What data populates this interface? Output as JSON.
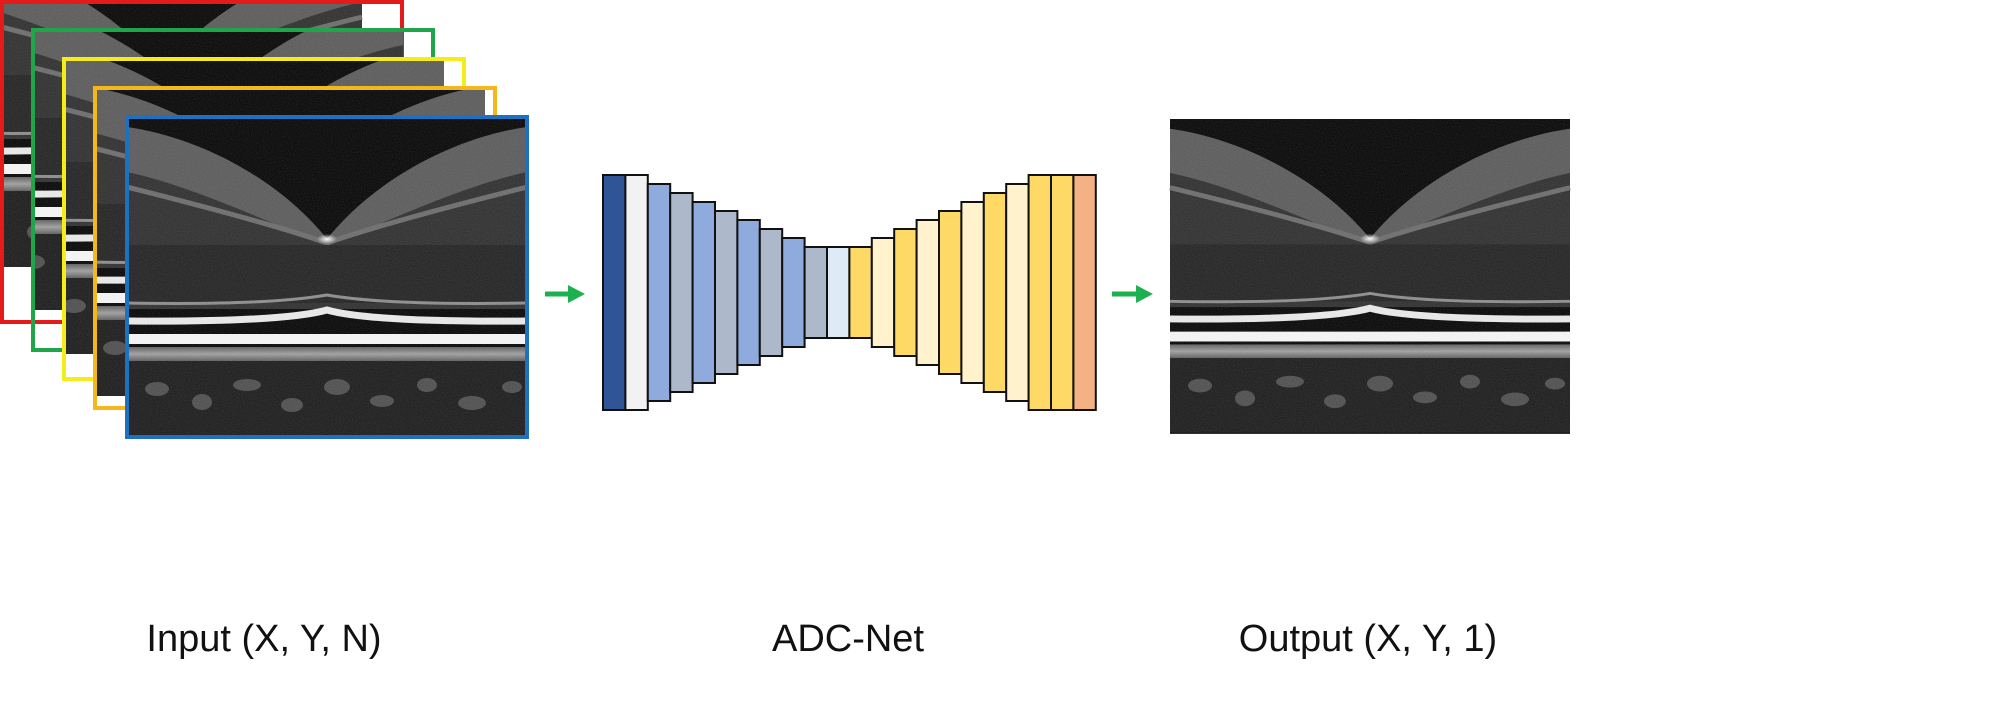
{
  "labels": {
    "input": "Input (X, Y, N)",
    "network": "ADC-Net",
    "output": "Output (X, Y, 1)"
  },
  "input_stack": {
    "frame_colors": [
      "#E31B1B",
      "#1FA64A",
      "#F5EC1A",
      "#F4B81C",
      "#1F70C1"
    ],
    "image": "oct-retina-scan"
  },
  "arrows": {
    "color": "#1DB04F",
    "icon": "right-arrow-icon"
  },
  "network": {
    "outline_color": "#111111",
    "layer_colors": [
      "#2F5597",
      "#F2F2F2",
      "#8FAADC",
      "#ADB9CA",
      "#8FAADC",
      "#ADB9CA",
      "#8FAADC",
      "#ADB9CA",
      "#8FAADC",
      "#ADB9CA",
      "#DEEBF7",
      "#FFD966",
      "#FFF2CC",
      "#FFD966",
      "#FFF2CC",
      "#FFD966",
      "#FFF2CC",
      "#FFD966",
      "#FFF2CC",
      "#FFD966",
      "#FFD966",
      "#F4B183"
    ]
  },
  "output_image": {
    "image": "oct-retina-scan"
  }
}
